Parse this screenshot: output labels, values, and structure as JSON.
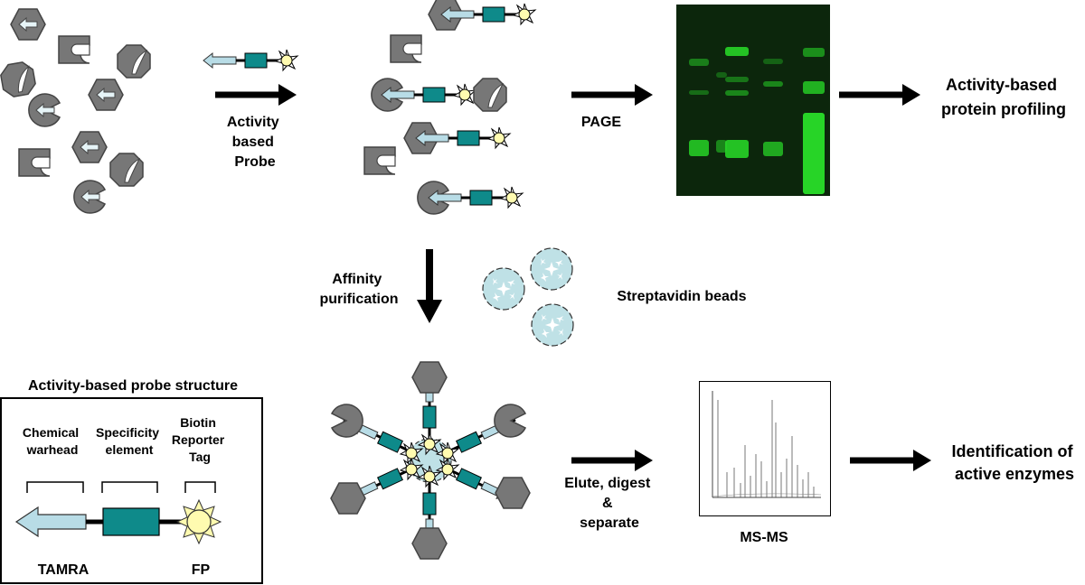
{
  "labels": {
    "activity_based_probe": [
      "Activity",
      "based",
      "Probe"
    ],
    "page": "PAGE",
    "activity_profiling": [
      "Activity-based",
      "protein profiling"
    ],
    "affinity_purification": [
      "Affinity",
      "purification"
    ],
    "streptavidin_beads": "Streptavidin beads",
    "probe_structure_title": "Activity-based probe structure",
    "chemical_warhead": [
      "Chemical",
      "warhead"
    ],
    "specificity_element": [
      "Specificity",
      "element"
    ],
    "biotin_reporter_tag": [
      "Biotin",
      "Reporter",
      "Tag"
    ],
    "tamra": "TAMRA",
    "fp": "FP",
    "elute_digest_separate": [
      "Elute, digest",
      "&",
      "separate"
    ],
    "ms_ms": "MS-MS",
    "identification": [
      "Identification of",
      "active enzymes"
    ]
  },
  "colors": {
    "enzyme_gray": "#777777",
    "probe_arrow": "#b8dce6",
    "probe_body": "#0e8a8a",
    "reporter_tag": "#fffbb0",
    "bead": "#bfe1e6",
    "gel_background": "#0c260c",
    "gel_band": "#27d427"
  },
  "icons": [
    "enzyme-hexagon-icon",
    "enzyme-notched-square-icon",
    "enzyme-pacman-icon",
    "probe-arrow-icon",
    "reporter-sun-icon",
    "streptavidin-bead-icon",
    "flow-arrow-icon"
  ]
}
